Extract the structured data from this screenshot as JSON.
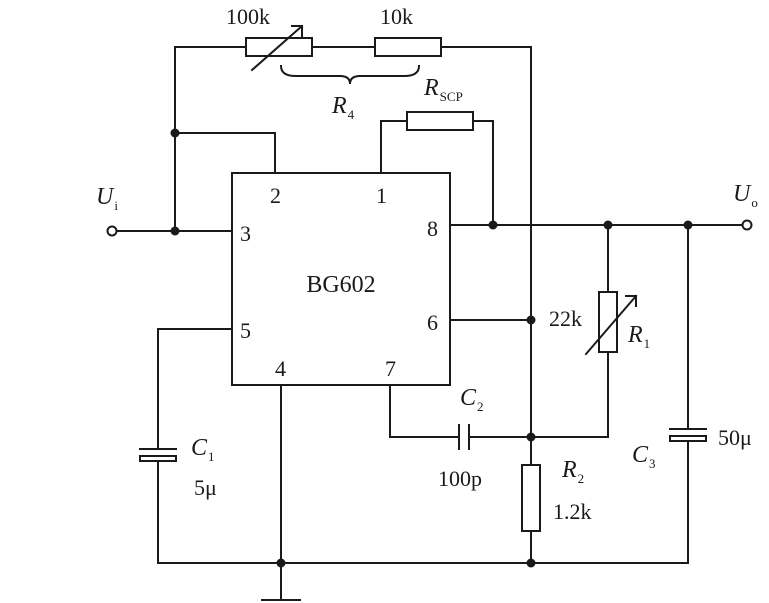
{
  "ic": {
    "name": "BG602",
    "pins": {
      "p1": "1",
      "p2": "2",
      "p3": "3",
      "p4": "4",
      "p5": "5",
      "p6": "6",
      "p7": "7",
      "p8": "8"
    }
  },
  "terminals": {
    "input": {
      "letter": "U",
      "sub": "i"
    },
    "output": {
      "letter": "U",
      "sub": "o"
    }
  },
  "r4": {
    "letter": "R",
    "sub": "4",
    "pot_value": "100k",
    "fixed_value": "10k"
  },
  "rscp": {
    "letter": "R",
    "sub": "SCP"
  },
  "r1": {
    "letter": "R",
    "sub": "1",
    "value": "22k"
  },
  "r2": {
    "letter": "R",
    "sub": "2",
    "value": "1.2k"
  },
  "c1": {
    "letter": "C",
    "sub": "1",
    "value": "5μ"
  },
  "c2": {
    "letter": "C",
    "sub": "2",
    "value": "100p"
  },
  "c3": {
    "letter": "C",
    "sub": "3",
    "value": "50μ"
  },
  "colors": {
    "ink": "#1a1a1a",
    "paper": "#ffffff"
  }
}
